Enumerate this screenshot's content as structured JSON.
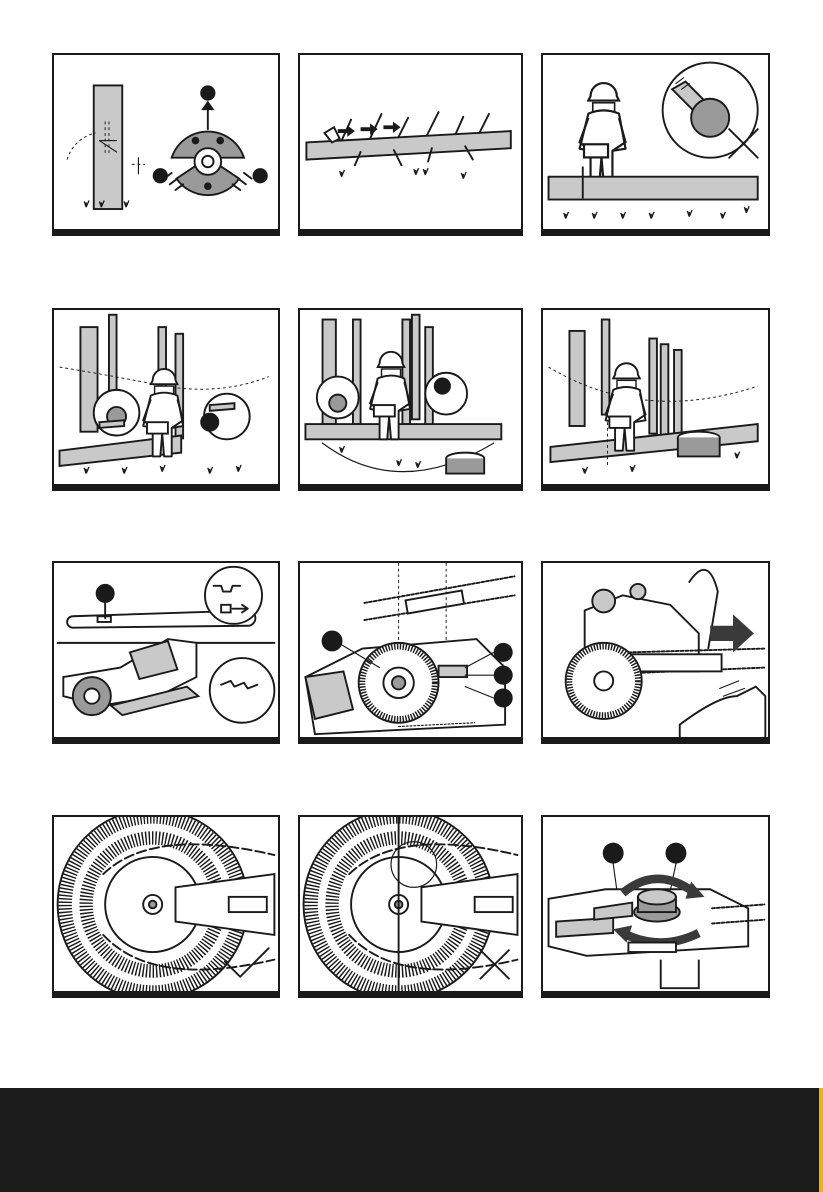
{
  "page": {
    "background": "#ffffff",
    "footer_color": "#1b1b1b",
    "accent_color": "#f2b400"
  },
  "panels": [
    {
      "id": "felling-notch",
      "icons": [
        "tree-trunk-icon",
        "escape-route-icon",
        "arrow-up-icon"
      ]
    },
    {
      "id": "limbing",
      "icons": [
        "log-with-branches-icon",
        "arrow-right-icon"
      ]
    },
    {
      "id": "kickback-warning",
      "icons": [
        "operator-icon",
        "cross-mark-icon"
      ]
    },
    {
      "id": "bucking-supported-ends",
      "icons": [
        "operator-icon",
        "log-icon"
      ]
    },
    {
      "id": "bucking-supported-middle",
      "icons": [
        "operator-icon",
        "stump-icon"
      ]
    },
    {
      "id": "bucking-on-slope",
      "icons": [
        "operator-icon",
        "stump-icon"
      ]
    },
    {
      "id": "chain-bar-install",
      "icons": [
        "chain-icon",
        "bar-icon"
      ]
    },
    {
      "id": "sprocket-assembly",
      "icons": [
        "sprocket-icon",
        "chain-icon"
      ]
    },
    {
      "id": "chain-tension-pull",
      "icons": [
        "hand-icon",
        "arrow-right-icon"
      ]
    },
    {
      "id": "chain-correct",
      "icons": [
        "check-mark-icon"
      ]
    },
    {
      "id": "chain-incorrect",
      "icons": [
        "cross-mark-icon"
      ]
    },
    {
      "id": "tension-knob",
      "icons": [
        "rotate-arrow-icon",
        "knob-icon"
      ]
    }
  ]
}
